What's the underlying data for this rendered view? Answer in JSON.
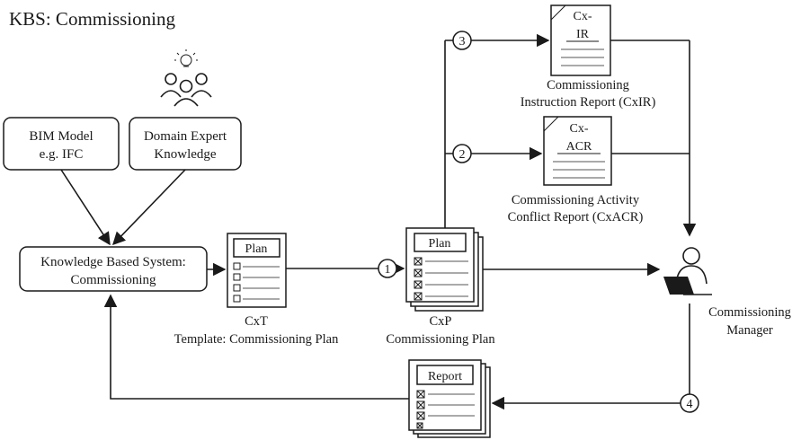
{
  "title": "KBS: Commissioning",
  "inputs": {
    "bim_line1": "BIM Model",
    "bim_line2": "e.g. IFC",
    "expert_line1": "Domain Expert",
    "expert_line2": "Knowledge"
  },
  "kbs": {
    "line1": "Knowledge Based System:",
    "line2": "Commissioning"
  },
  "template_doc": {
    "header": "Plan",
    "caption1": "CxT",
    "caption2": "Template: Commissioning Plan"
  },
  "plan_doc": {
    "header": "Plan",
    "caption1": "CxP",
    "caption2": "Commissioning Plan"
  },
  "ir_doc": {
    "line1": "Cx-",
    "line2": "IR",
    "caption1": "Commissioning",
    "caption2": "Instruction Report (CxIR)"
  },
  "acr_doc": {
    "line1": "Cx-",
    "line2": "ACR",
    "caption1": "Commissioning Activity",
    "caption2": "Conflict Report (CxACR)"
  },
  "report_doc": {
    "header": "Report"
  },
  "manager": {
    "line1": "Commissioning",
    "line2": "Manager"
  },
  "steps": [
    "1",
    "2",
    "3",
    "4"
  ]
}
